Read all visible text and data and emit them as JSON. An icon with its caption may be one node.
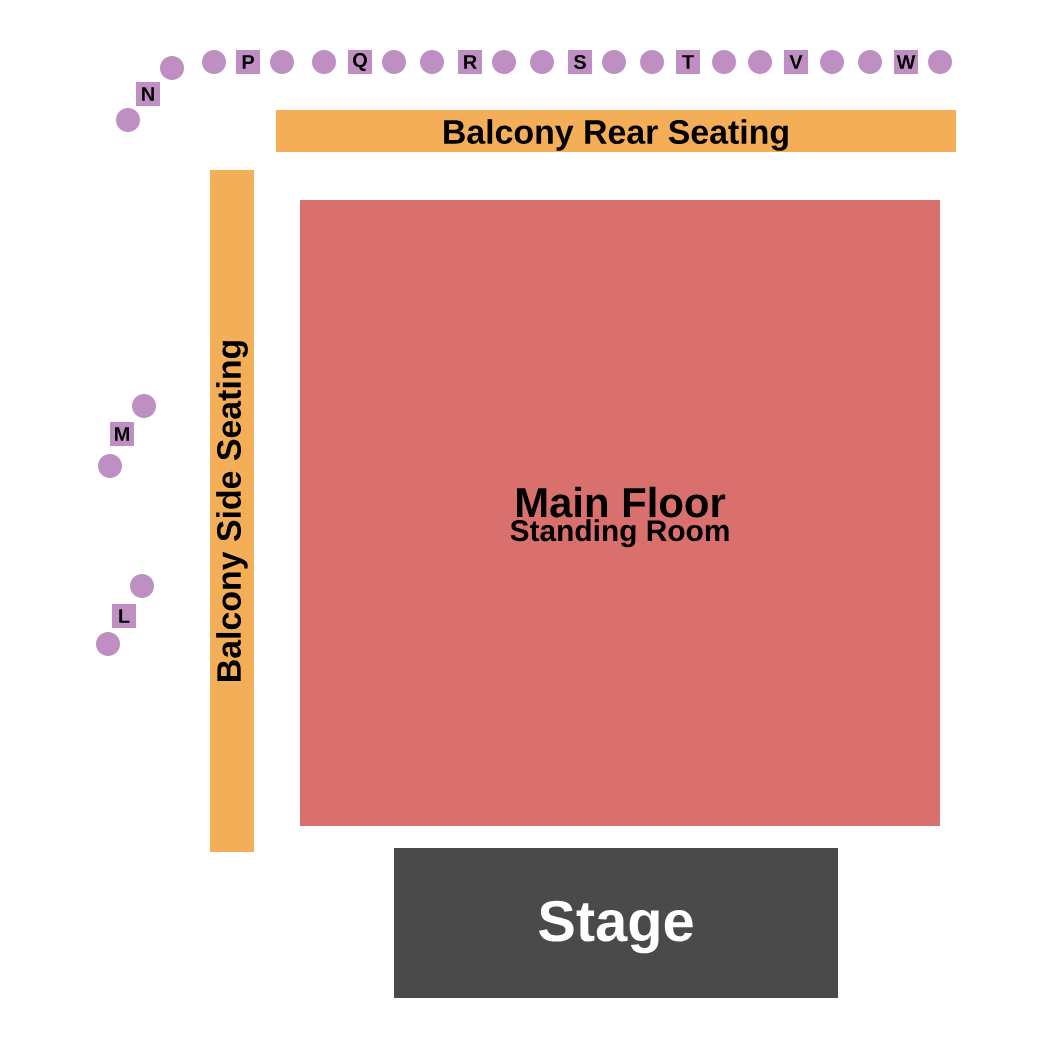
{
  "diagram": {
    "nodes": [
      {
        "text": [
          "Balcony Rear Seating"
        ]
      },
      {
        "text": [
          "Balcony Side Seating"
        ]
      },
      {
        "text": [
          "Main Floor",
          "Standing Room"
        ]
      },
      {
        "text": [
          "Stage"
        ]
      }
    ],
    "labels": [
      "P",
      "Q",
      "R",
      "S",
      "T",
      "V",
      "W",
      "N",
      "M",
      "L"
    ]
  }
}
